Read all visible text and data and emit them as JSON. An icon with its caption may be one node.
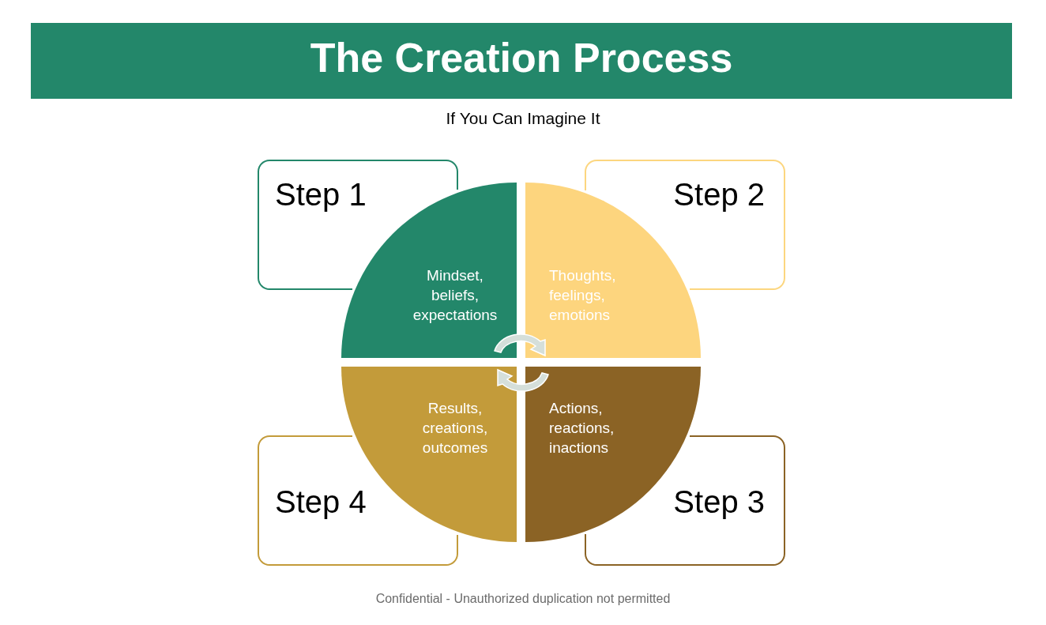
{
  "diagram": {
    "title": "The Creation Process",
    "nodes": [
      {
        "text": [
          "Step 1"
        ]
      },
      {
        "text": [
          "Step 2"
        ]
      },
      {
        "text": [
          "Mindset, beliefs, expectations"
        ]
      },
      {
        "text": [
          "Thoughts, feelings, emotions"
        ]
      },
      {
        "text": [
          "Results, creations, outcomes"
        ]
      },
      {
        "text": [
          "Actions, reactions, inactions"
        ]
      },
      {
        "text": [
          "Step 4"
        ]
      },
      {
        "text": [
          "Step 3"
        ]
      }
    ],
    "edges": [],
    "labels": [
      "If You Can Imagine It",
      "Confidential - Unauthorized duplication not permitted"
    ]
  }
}
